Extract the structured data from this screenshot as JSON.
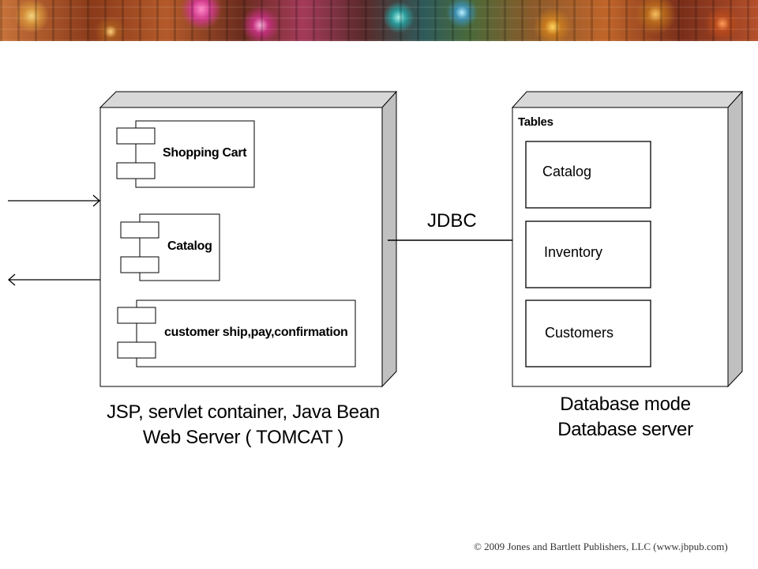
{
  "web_server_node": {
    "components": [
      {
        "label": "Shopping Cart"
      },
      {
        "label": "Catalog"
      },
      {
        "label": "customer ship,pay,confirmation"
      }
    ],
    "caption_line1": "JSP, servlet container, Java Bean",
    "caption_line2": "Web Server ( TOMCAT )"
  },
  "connection": {
    "label": "JDBC"
  },
  "database_node": {
    "title": "Tables",
    "tables": [
      {
        "label": "Catalog"
      },
      {
        "label": "Inventory"
      },
      {
        "label": "Customers"
      }
    ],
    "caption_line1": "Database mode",
    "caption_line2": "Database server"
  },
  "footer": {
    "copyright": "© 2009 Jones and Bartlett Publishers, LLC (www.jbpub.com)"
  },
  "colors": {
    "node_side": "#c8c8c8",
    "node_top": "#d8d8d8",
    "stroke": "#000000"
  }
}
